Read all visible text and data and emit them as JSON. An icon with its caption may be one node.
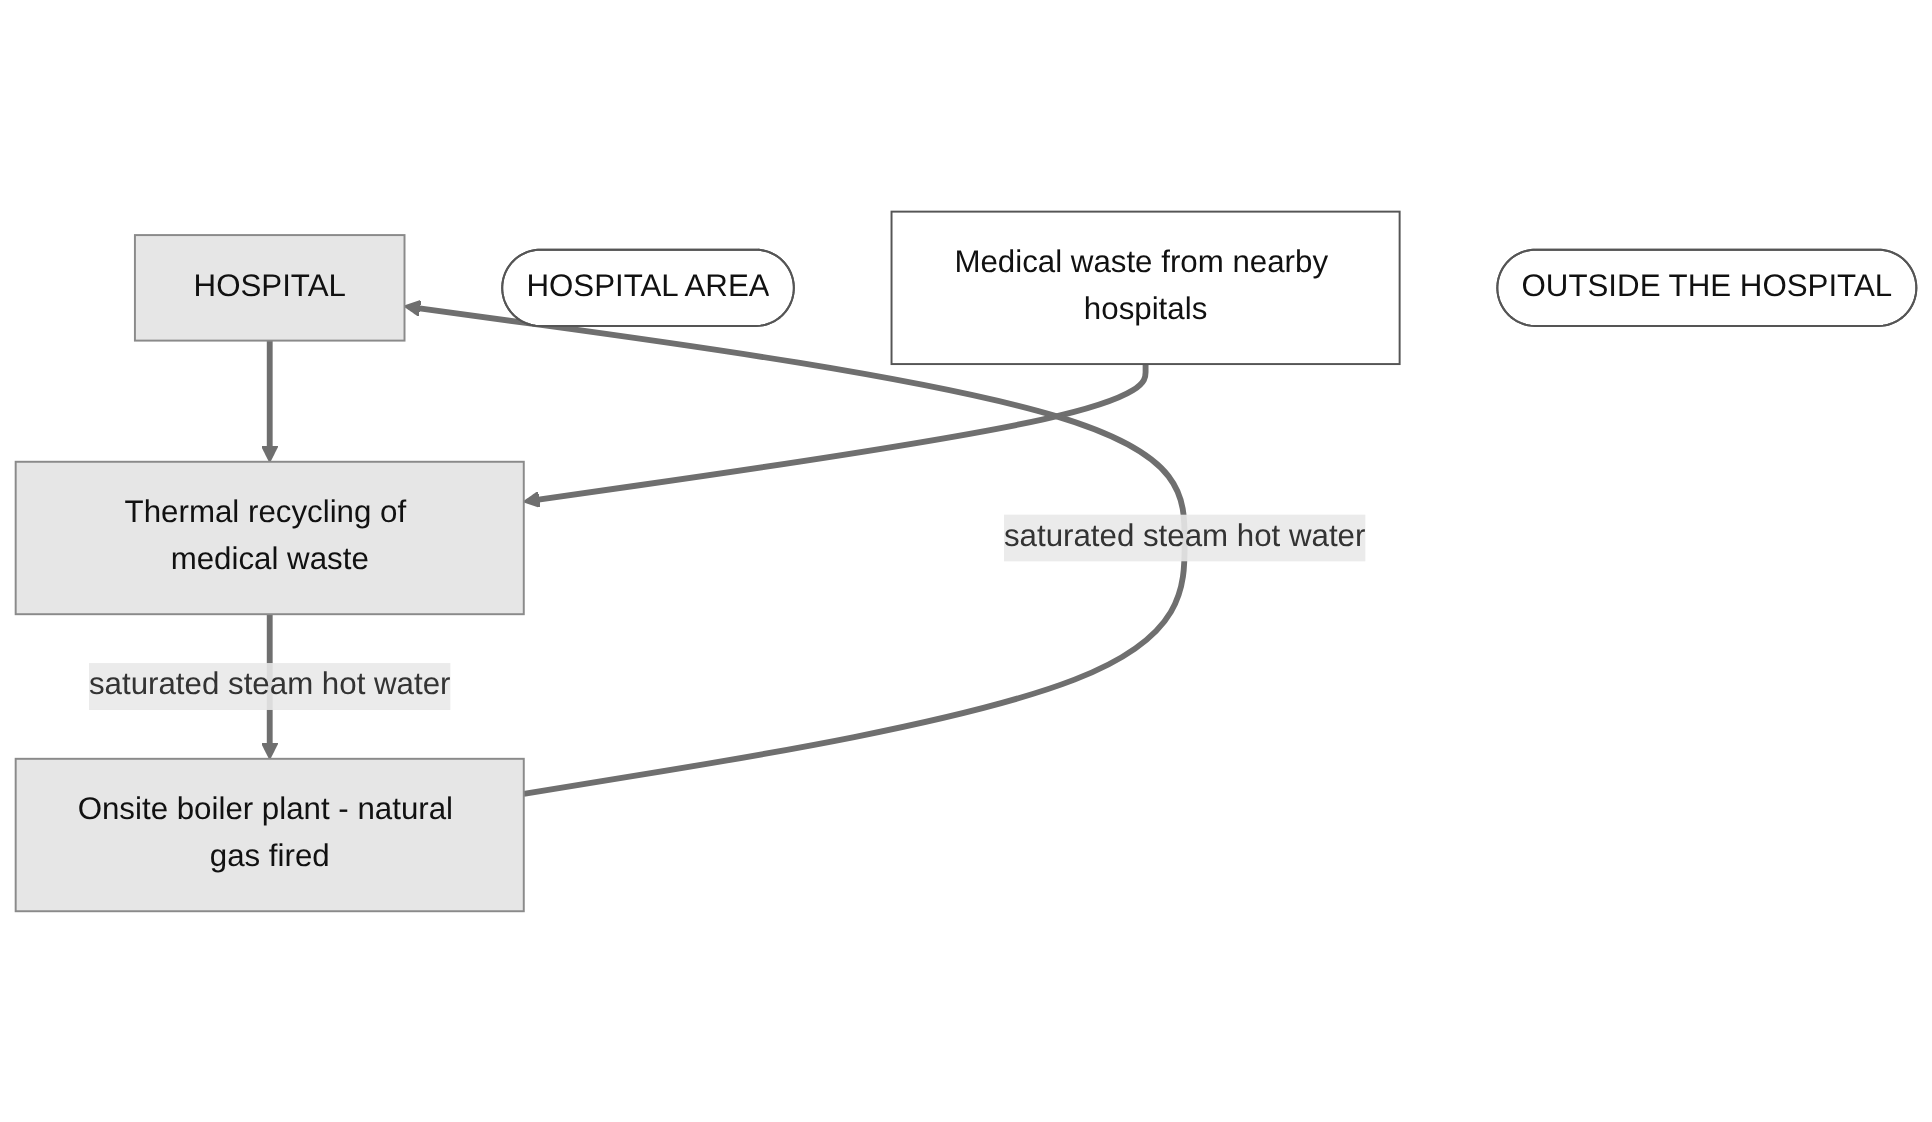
{
  "diagram": {
    "nodes": [
      {
        "text": [
          "HOSPITAL"
        ]
      },
      {
        "text": [
          "HOSPITAL AREA"
        ]
      },
      {
        "text": [
          "Onsite boiler plant - natural gas fired"
        ]
      },
      {
        "text": [
          "Thermal recycling of medical waste"
        ]
      },
      {
        "text": [
          "Medical waste from nearby hospitals"
        ]
      },
      {
        "text": [
          "OUTSIDE THE HOSPITAL"
        ]
      }
    ],
    "edges": [
      {
        "from": 0,
        "to": 3,
        "arrow": "to"
      },
      {
        "from": 4,
        "to": 3,
        "arrow": "to"
      },
      {
        "from": 3,
        "to": 2,
        "arrow": "to",
        "label": "saturated steam hot water"
      },
      {
        "from": 2,
        "to": 0,
        "arrow": "to",
        "label": "saturated steam hot water"
      }
    ]
  }
}
